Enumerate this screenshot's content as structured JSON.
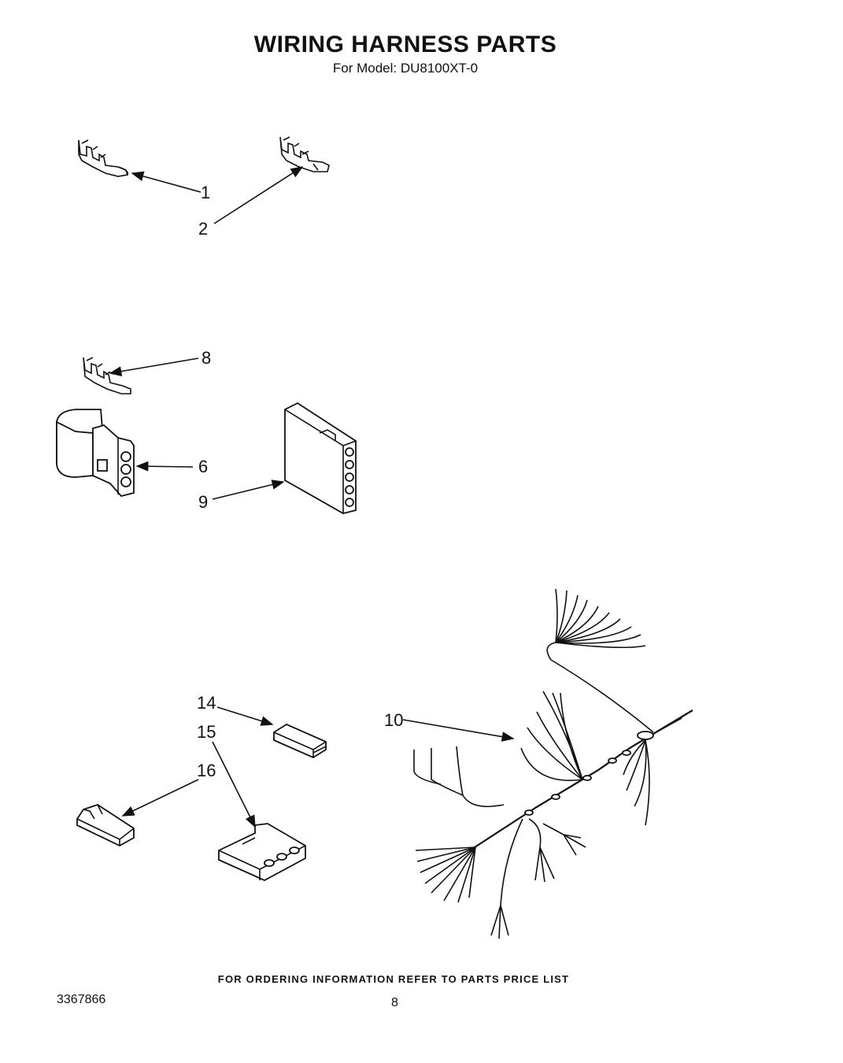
{
  "title": "WIRING HARNESS PARTS",
  "subtitle": "For Model: DU8100XT-0",
  "callouts": {
    "c1": "1",
    "c2": "2",
    "c8": "8",
    "c6": "6",
    "c9": "9",
    "c14": "14",
    "c15": "15",
    "c16": "16",
    "c10": "10"
  },
  "footer_note": "FOR ORDERING INFORMATION REFER TO PARTS PRICE LIST",
  "doc_number": "3367866",
  "page_number": "8"
}
